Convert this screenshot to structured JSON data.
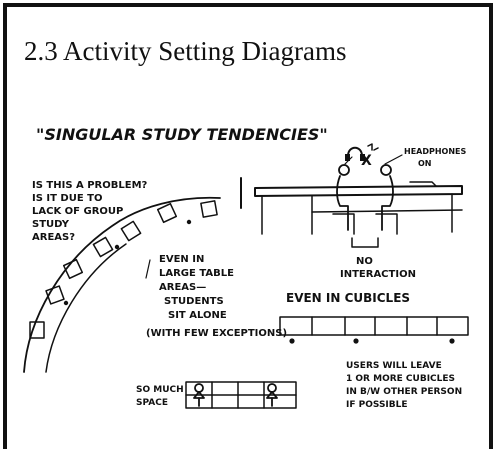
{
  "page": {
    "title": "2.3 Activity Setting Diagrams"
  },
  "sketch": {
    "heading": "\"SINGULAR STUDY TENDENCIES\"",
    "problem_note": [
      "IS THIS A PROBLEM?",
      "IS IT DUE TO",
      "LACK OF GROUP",
      "STUDY",
      "AREAS?"
    ],
    "headphones_note": [
      "HEADPHONES",
      "ON"
    ],
    "no_interaction_note": [
      "NO",
      "INTERACTION"
    ],
    "large_table_note": [
      "EVEN IN",
      "LARGE TABLE",
      "AREAS—",
      "STUDENTS",
      "SIT ALONE"
    ],
    "exceptions_note": "(WITH FEW EXCEPTIONS)",
    "cubicles_note": "EVEN IN CUBICLES",
    "leave_cubicles_note": [
      "USERS WILL LEAVE",
      "1 OR MORE CUBICLES",
      "IN B/W OTHER PERSON",
      "IF POSSIBLE"
    ],
    "space_note": [
      "SO MUCH",
      "SPACE"
    ],
    "x_mark": "X"
  }
}
